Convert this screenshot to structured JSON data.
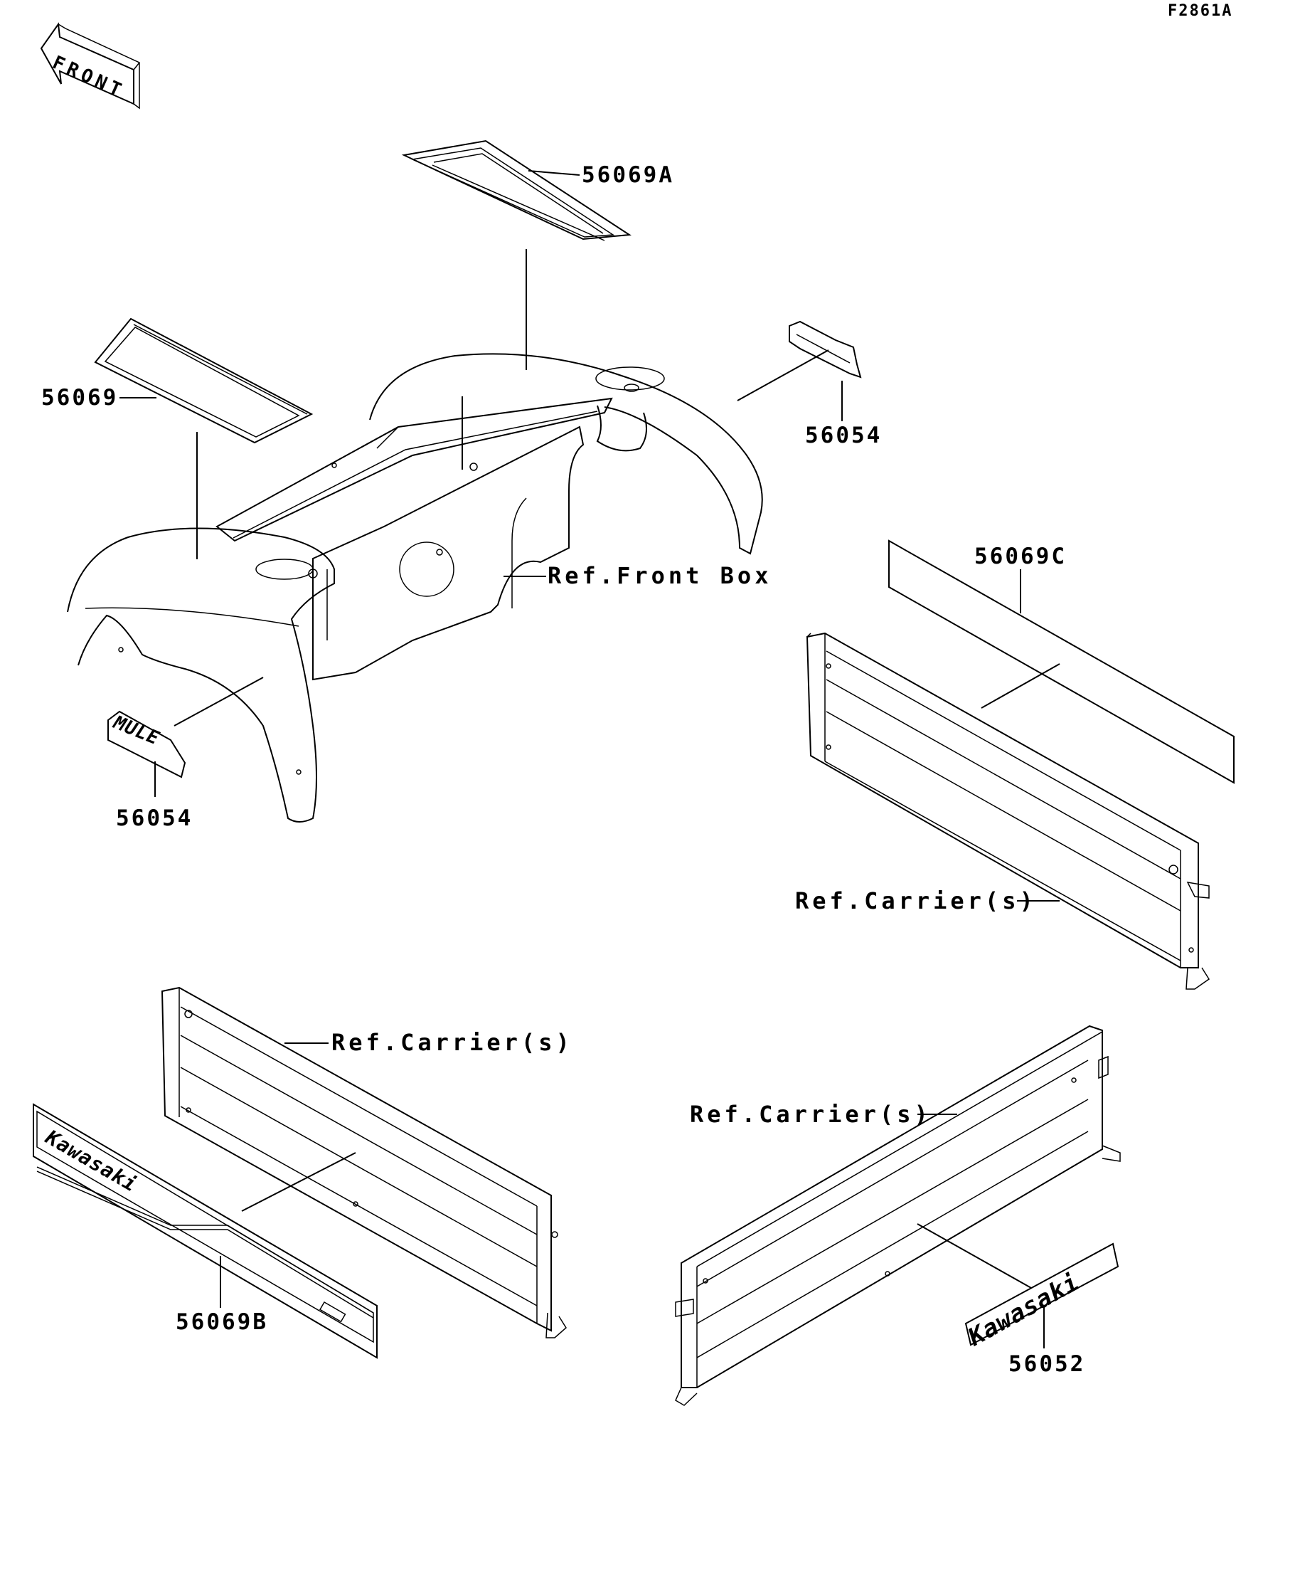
{
  "figure_code": "F2861A",
  "front_arrow_text": "FRONT",
  "labels": {
    "decal_56069a": "56069A",
    "decal_56069": "56069",
    "decal_56054_top": "56054",
    "decal_56054_bottom": "56054",
    "decal_56069c": "56069C",
    "decal_56069b": "56069B",
    "decal_56052": "56052",
    "ref_front_box": "Ref.Front Box",
    "ref_carrier_right": "Ref.Carrier(s)",
    "ref_carrier_left": "Ref.Carrier(s)",
    "ref_carrier_bottom": "Ref.Carrier(s)"
  },
  "decal_art": {
    "mule_logo": "MULE",
    "kawasaki_stripe": "Kawasaki",
    "kawasaki_emblem": "Kawasaki"
  }
}
